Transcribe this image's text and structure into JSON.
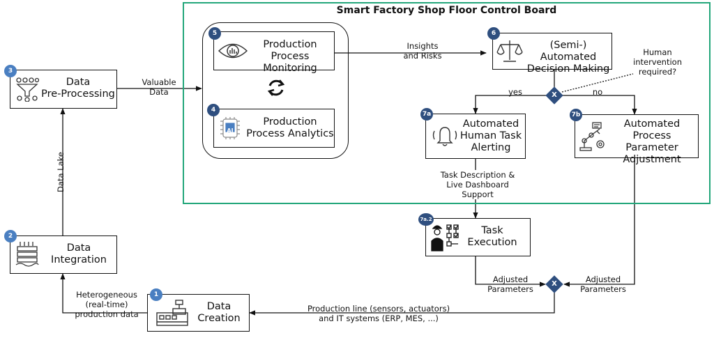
{
  "board": {
    "title": "Smart Factory Shop Floor Control Board"
  },
  "nodes": {
    "data_creation": {
      "badge": "1",
      "label": "Data\nCreation"
    },
    "data_integration": {
      "badge": "2",
      "label": "Data\nIntegration"
    },
    "data_preproc": {
      "badge": "3",
      "label": "Data\nPre-Processing"
    },
    "analytics": {
      "badge": "4",
      "label": "Production\nProcess Analytics",
      "icon_text": "AI"
    },
    "monitoring": {
      "badge": "5",
      "label": "Production\nProcess Monitoring"
    },
    "decision": {
      "badge": "6",
      "label": "(Semi-) Automated\nDecision Making"
    },
    "alerting": {
      "badge": "7a",
      "label": "Automated\nHuman Task\nAlerting"
    },
    "adjustment": {
      "badge": "7b",
      "label": "Automated\nProcess Parameter\nAdjustment"
    },
    "task_execution": {
      "badge": "7a.2",
      "label": "Task\nExecution"
    }
  },
  "gateways": {
    "decision_gateway": "X",
    "merge_gateway": "X"
  },
  "edge_labels": {
    "heterogeneous": "Heterogeneous\n(real-time)\nproduction data",
    "data_lake": "Data Lake",
    "valuable_data": "Valuable\nData",
    "insights": "Insights\nand Risks",
    "human_intervention": "Human\nintervention\nrequired?",
    "yes": "yes",
    "no": "no",
    "task_description": "Task Description &\nLive Dashboard\nSupport",
    "adjusted_left": "Adjusted\nParameters",
    "adjusted_right": "Adjusted\nParameters",
    "production_line": "Production line (sensors, actuators)\nand IT systems (ERP, MES, ...)"
  },
  "colors": {
    "board_border": "#22a67a",
    "badge_light": "#4a7fc1",
    "badge_dark": "#2f4f7f",
    "gateway": "#2f4f7f"
  },
  "icons": {
    "data_creation": "factory-machine-icon",
    "data_integration": "server-stack-icon",
    "data_preproc": "data-filter-icon",
    "analytics": "ai-chip-icon",
    "monitoring": "monitoring-eye-icon",
    "cycle": "refresh-cycle-icon",
    "decision": "balance-scale-icon",
    "alerting": "bell-icon",
    "adjustment": "robot-arm-icon",
    "task_execution": "worker-checklist-icon"
  }
}
